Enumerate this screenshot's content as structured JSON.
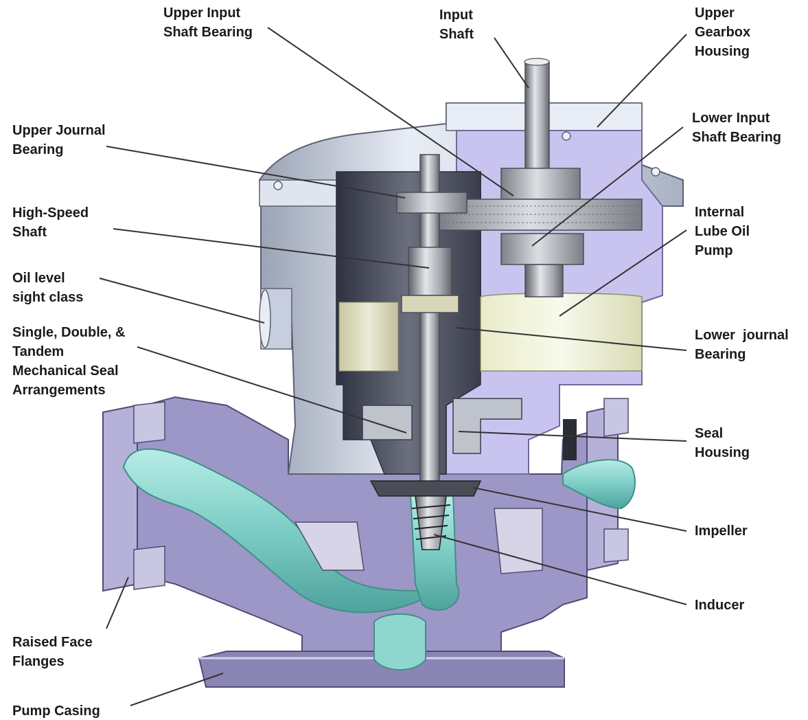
{
  "colors": {
    "casing": "#9c97c6",
    "casing_dark": "#6f6a9b",
    "housing": "#cfd6e6",
    "housing_shadow": "#8f97a8",
    "housing_light": "#eef2f8",
    "gearbox_section": "#c9c4ef",
    "dark_interior": "#3e4150",
    "fluid": "#8fd6cf",
    "fluid_dark": "#5fb3ac",
    "oil": "#dedcc0",
    "metal": "#a8abb3",
    "metal_dark": "#6b6e76",
    "metal_light": "#d9dbe0",
    "leader": "#333333",
    "label": "#1a1a1a"
  },
  "labels": [
    {
      "id": "upper-input-shaft-bearing",
      "lines": [
        "Upper Input",
        "Shaft Bearing"
      ]
    },
    {
      "id": "input-shaft",
      "lines": [
        "Input",
        "Shaft"
      ]
    },
    {
      "id": "upper-gearbox-housing",
      "lines": [
        "Upper",
        "Gearbox",
        "Housing"
      ]
    },
    {
      "id": "upper-journal-bearing",
      "lines": [
        "Upper Journal",
        "Bearing"
      ]
    },
    {
      "id": "lower-input-shaft-bearing",
      "lines": [
        "Lower Input",
        "Shaft Bearing"
      ]
    },
    {
      "id": "high-speed-shaft",
      "lines": [
        "High-Speed",
        "Shaft"
      ]
    },
    {
      "id": "internal-lube-oil-pump",
      "lines": [
        "Internal",
        "Lube Oil",
        "Pump"
      ]
    },
    {
      "id": "oil-level-sight-class",
      "lines": [
        "Oil level",
        "sight class"
      ]
    },
    {
      "id": "lower-journal-bearing",
      "lines": [
        "Lower  journal",
        "Bearing"
      ]
    },
    {
      "id": "mechanical-seal-arrangements",
      "lines": [
        "Single, Double, &",
        "Tandem",
        "Mechanical Seal",
        "Arrangements"
      ]
    },
    {
      "id": "seal-housing",
      "lines": [
        "Seal",
        "Housing"
      ]
    },
    {
      "id": "impeller",
      "lines": [
        "Impeller"
      ]
    },
    {
      "id": "inducer",
      "lines": [
        "Inducer"
      ]
    },
    {
      "id": "raised-face-flanges",
      "lines": [
        "Raised Face",
        "Flanges"
      ]
    },
    {
      "id": "pump-casing",
      "lines": [
        "Pump Casing"
      ]
    }
  ]
}
